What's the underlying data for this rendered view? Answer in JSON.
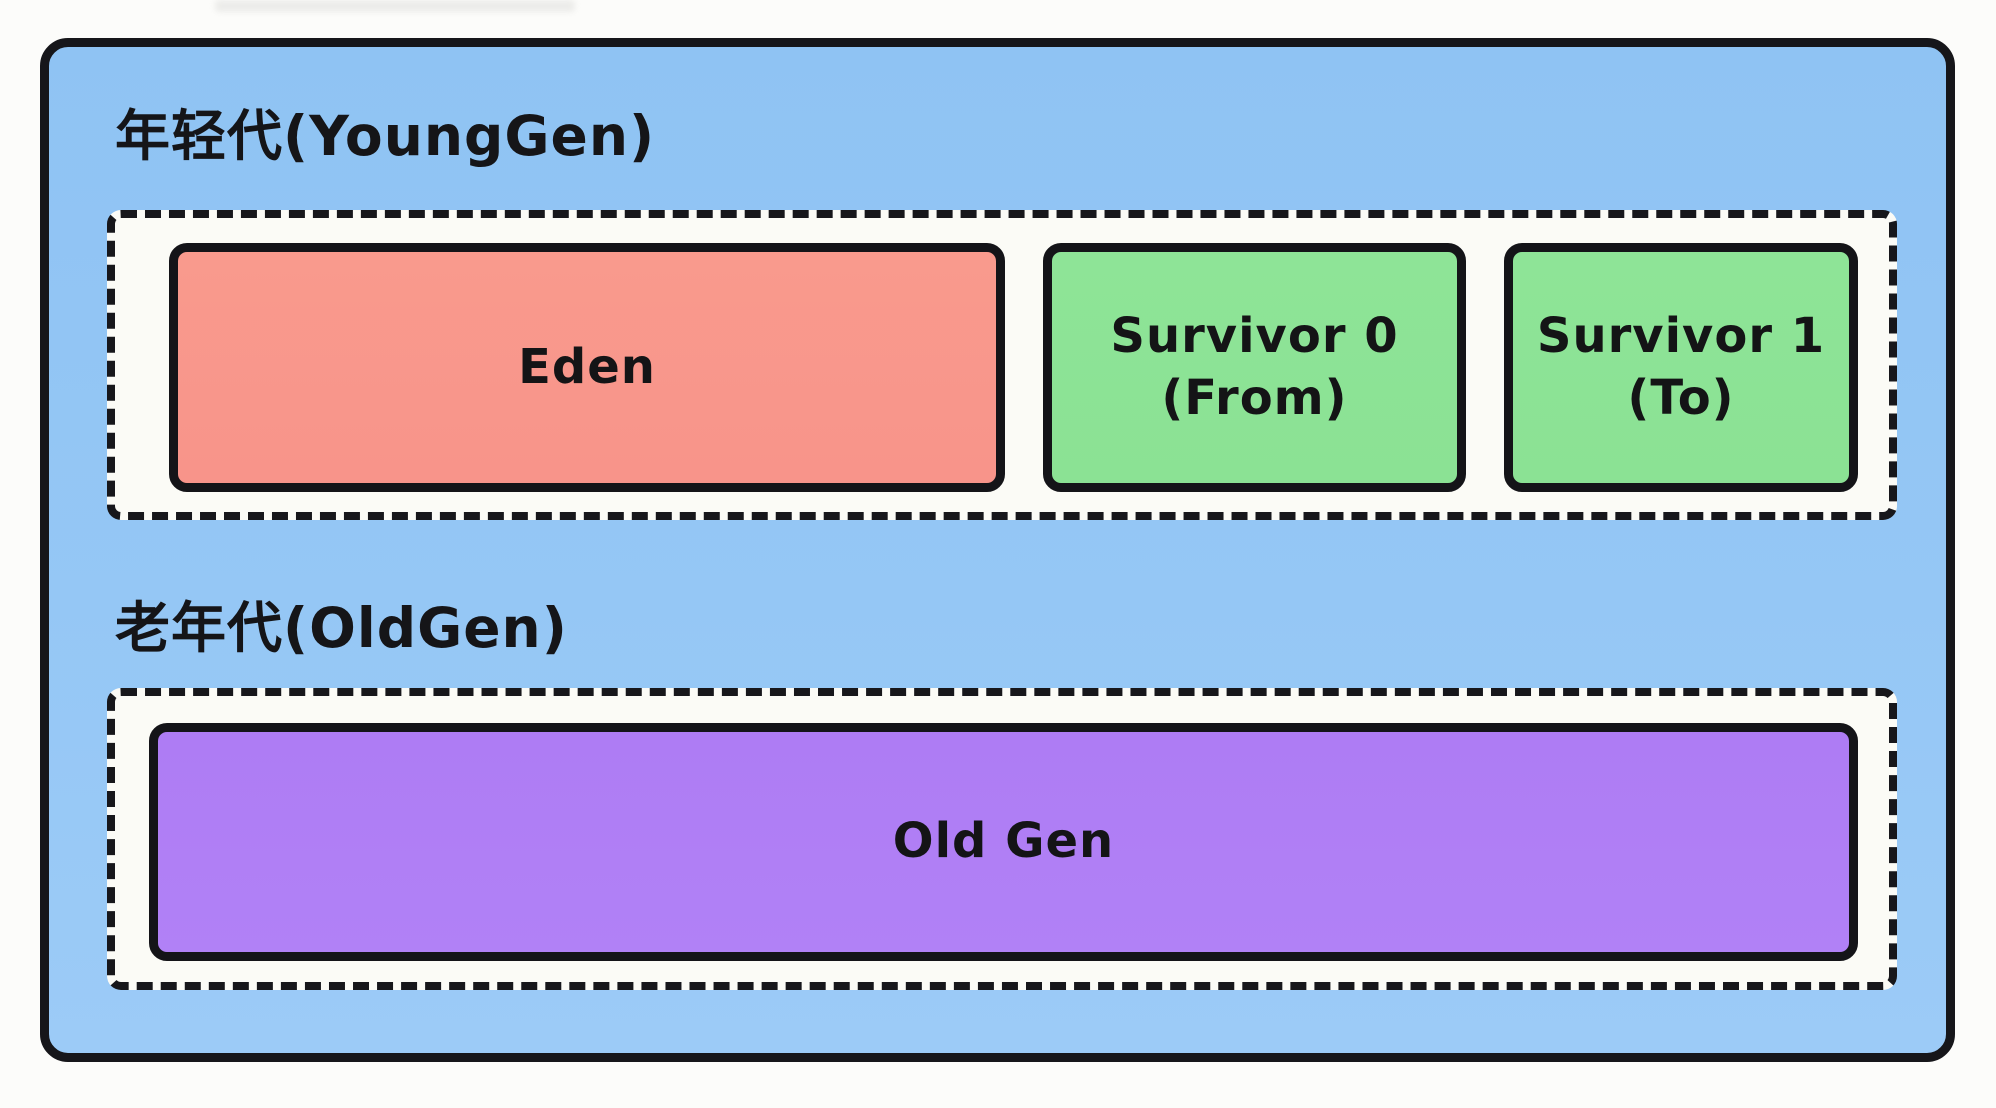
{
  "diagram": {
    "type": "jvm-heap-memory-layout"
  },
  "young_gen": {
    "label": "年轻代(YoungGen)",
    "regions": {
      "eden": {
        "label": "Eden",
        "color": "#f9968a"
      },
      "survivor0": {
        "line1": "Survivor 0",
        "line2": "(From)",
        "color": "#8de596"
      },
      "survivor1": {
        "line1": "Survivor 1",
        "line2": "(To)",
        "color": "#8de596"
      }
    }
  },
  "old_gen": {
    "label": "老年代(OldGen)",
    "region": {
      "label": "Old Gen",
      "color": "#b07ef5"
    }
  },
  "colors": {
    "page_background": "#fcfcfa",
    "heap_background": "#92c5f4",
    "container_background": "#fbfbf6",
    "border": "#16161a",
    "text": "#141416"
  }
}
